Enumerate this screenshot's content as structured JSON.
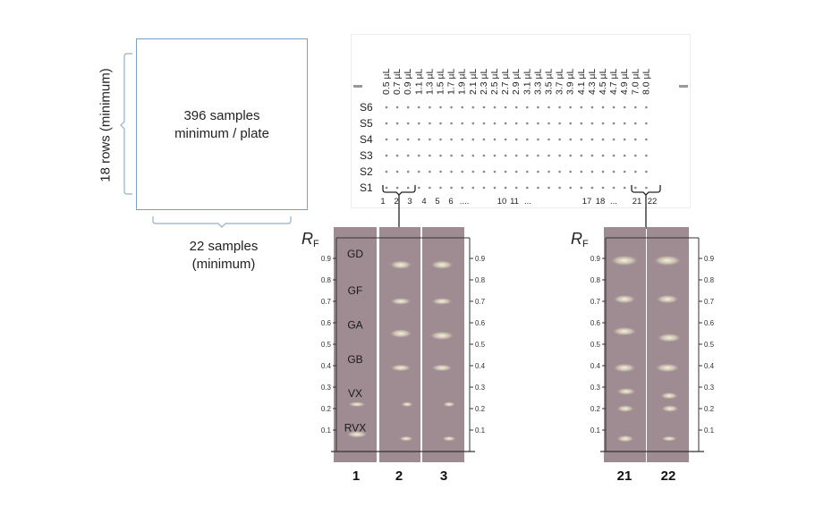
{
  "plate": {
    "samples_line1": "396 samples",
    "samples_line2": "minimum / plate",
    "rows_label": "18 rows (minimum)",
    "cols_line1": "22 samples",
    "cols_line2": "(minimum)"
  },
  "grid": {
    "volumes": [
      "0.5 µL",
      "0.7 µL",
      "0.9 µL",
      "1.1 µL",
      "1.3 µL",
      "1.5 µL",
      "1.7 µL",
      "1.9 µL",
      "2.1 µL",
      "2.3 µL",
      "2.5 µL",
      "2.7 µL",
      "2.9 µL",
      "3.1 µL",
      "3.3 µL",
      "3.5 µL",
      "3.7 µL",
      "3.9 µL",
      "4.1 µL",
      "4.3 µL",
      "4.5 µL",
      "4.7 µL",
      "4.9 µL",
      "7.0 µL",
      "8.0 µL"
    ],
    "rows": [
      "S6",
      "S5",
      "S4",
      "S3",
      "S2",
      "S1"
    ],
    "bottom_numbers": [
      "1",
      "2",
      "3",
      "4",
      "5",
      "6",
      "....",
      "10",
      "11",
      "...",
      "17",
      "18",
      "...",
      "21",
      "22"
    ]
  },
  "rf_label": "R",
  "rf_sub": "F",
  "rf_ticks": [
    "0.9",
    "0.8",
    "0.7",
    "0.6",
    "0.5",
    "0.4",
    "0.3",
    "0.2",
    "0.1"
  ],
  "agents": [
    "GD",
    "GF",
    "GA",
    "GB",
    "VX",
    "RVX"
  ],
  "lane_labels_left": [
    "1",
    "2",
    "3"
  ],
  "lane_labels_right": [
    "21",
    "22"
  ],
  "colors": {
    "plate_border": "#7f9fc0",
    "lane": "#9e8c92",
    "spot": "#f3f0d4",
    "dot": "#888888"
  }
}
